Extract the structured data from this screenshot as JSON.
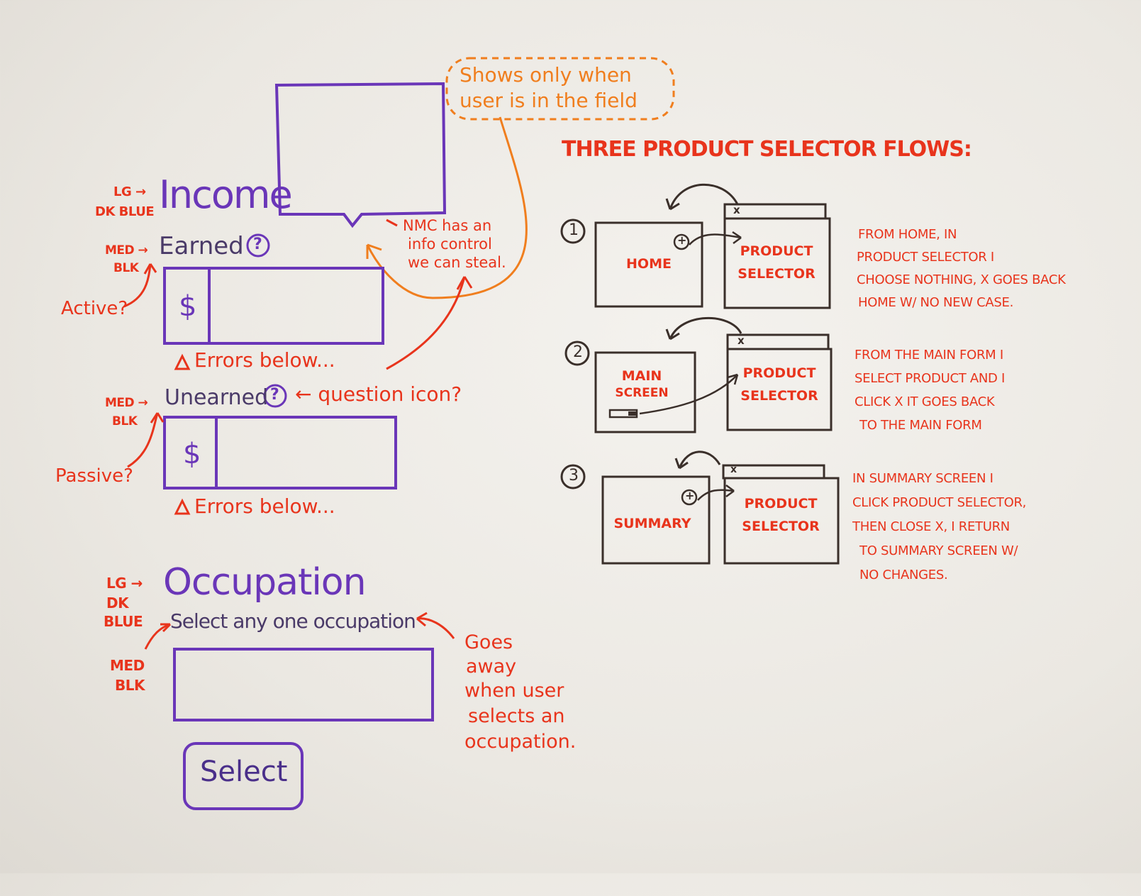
{
  "annotations": {
    "tooltip_note": [
      "Shows only when",
      "user is in the field"
    ],
    "nmc_note": [
      "NMC has an",
      "info control",
      "we can steal."
    ],
    "lg_dk_blue_1": [
      "LG →",
      "DK BLUE"
    ],
    "med_blk_1": [
      "MED →",
      "BLK"
    ],
    "active": "Active?",
    "med_blk_2": [
      "MED →",
      "BLK"
    ],
    "passive": "Passive?",
    "question_icon": "← question icon?",
    "lg_dk_blue_2": [
      "LG →",
      "DK",
      "BLUE"
    ],
    "med_blk_3": [
      "MED",
      "BLK"
    ],
    "goes_away": [
      "Goes",
      "away",
      "when user",
      "selects an",
      "occupation."
    ]
  },
  "form": {
    "income_title": "Income",
    "earned_label": "Earned",
    "unearned_label": "Unearned",
    "help_glyph": "?",
    "currency": "$",
    "error_1": "Errors below...",
    "error_2": "Errors below...",
    "occupation_title": "Occupation",
    "occupation_hint": "Select any one occupation",
    "select_button": "Select"
  },
  "flows": {
    "heading": "THREE PRODUCT SELECTOR FLOWS:",
    "items": [
      {
        "number": "1",
        "screen": "HOME",
        "selector": [
          "PRODUCT",
          "SELECTOR"
        ],
        "close": "x",
        "plus": "+",
        "description": [
          "FROM HOME, IN",
          "PRODUCT SELECTOR I",
          "CHOOSE NOTHING, X GOES BACK",
          "HOME W/ NO NEW CASE."
        ]
      },
      {
        "number": "2",
        "screen": [
          "MAIN",
          "SCREEN"
        ],
        "selector": [
          "PRODUCT",
          "SELECTOR"
        ],
        "close": "x",
        "description": [
          "FROM THE MAIN FORM I",
          "SELECT PRODUCT AND I",
          "CLICK X IT GOES BACK",
          "TO THE MAIN FORM"
        ]
      },
      {
        "number": "3",
        "screen": "SUMMARY",
        "selector": [
          "PRODUCT",
          "SELECTOR"
        ],
        "close": "x",
        "plus": "+",
        "description": [
          "IN SUMMARY SCREEN I",
          "CLICK PRODUCT SELECTOR,",
          "THEN CLOSE X, I RETURN",
          "TO SUMMARY SCREEN W/",
          "NO CHANGES."
        ]
      }
    ]
  },
  "colors": {
    "purple": "#6a36b8",
    "red": "#e8341c",
    "orange": "#f07e1e",
    "dark": "#3a2f2a"
  }
}
